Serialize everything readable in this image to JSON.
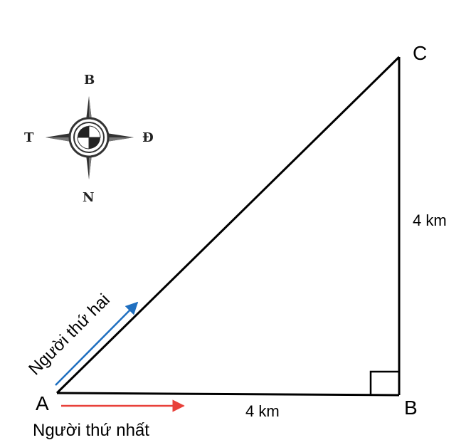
{
  "points": {
    "a": "A",
    "b": "B",
    "c": "C"
  },
  "lengths": {
    "ab": "4 km",
    "bc": "4 km"
  },
  "walkers": {
    "first": {
      "label": "Người thứ nhất",
      "color": "#e8413a"
    },
    "second": {
      "label": "Người thứ hai",
      "color": "#1f6fc0"
    }
  },
  "compass": {
    "north": "B",
    "south": "N",
    "east": "Đ",
    "west": "T"
  }
}
